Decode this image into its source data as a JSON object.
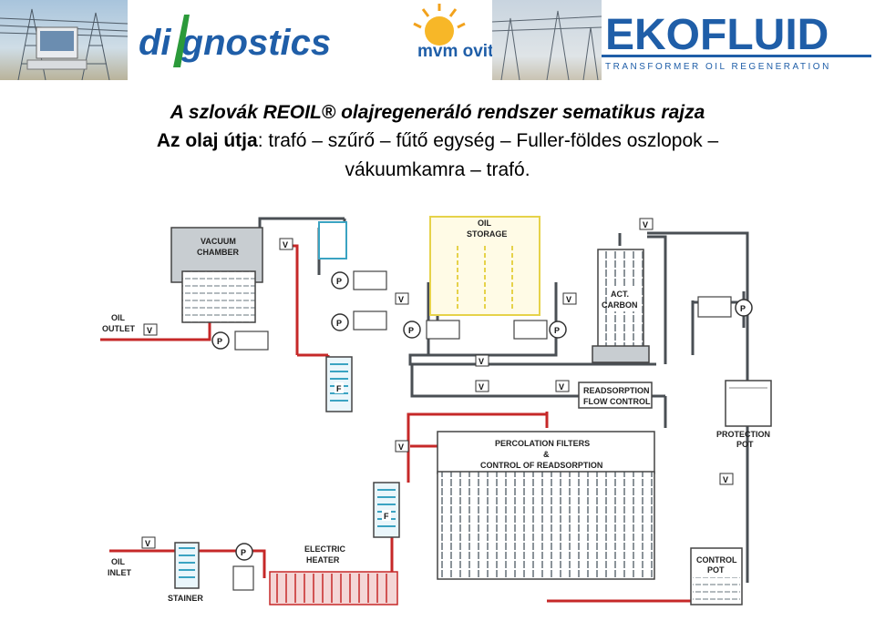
{
  "banner": {
    "logo_diagnostics": "di gnostics",
    "logo_mvm": "mvm ovit",
    "logo_eko": "EKOFLUID",
    "logo_eko_sub": "TRANSFORMER OIL REGENERATION"
  },
  "heading": {
    "line1": "A szlovák REOIL® olajregeneráló rendszer sematikus rajza",
    "line2_bold": "Az olaj útja",
    "line2_rest": ": trafó – szűrő – fűtő egység – Fuller-földes oszlopok –",
    "line3": "vákuumkamra – trafó."
  },
  "diagram": {
    "labels": {
      "vacuum_chamber": [
        "VACUUM",
        "CHAMBER"
      ],
      "oil_storage": [
        "OIL",
        "STORAGE"
      ],
      "act_carbon": [
        "ACT.",
        "CARBON"
      ],
      "oil_outlet": [
        "OIL",
        "OUTLET"
      ],
      "readsorption": [
        "READSORPTION",
        "FLOW CONTROL"
      ],
      "percolation": [
        "PERCOLATION FILTERS",
        "&",
        "CONTROL OF READSORPTION"
      ],
      "protection_pot": [
        "PROTECTION",
        "POT"
      ],
      "electric_heater": [
        "ELECTRIC",
        "HEATER"
      ],
      "oil_inlet": [
        "OIL",
        "INLET"
      ],
      "stainer": "STAINER",
      "control_pot": [
        "CONTROL",
        "POT"
      ],
      "pump": "P",
      "valve": "V",
      "filter": "F"
    }
  }
}
